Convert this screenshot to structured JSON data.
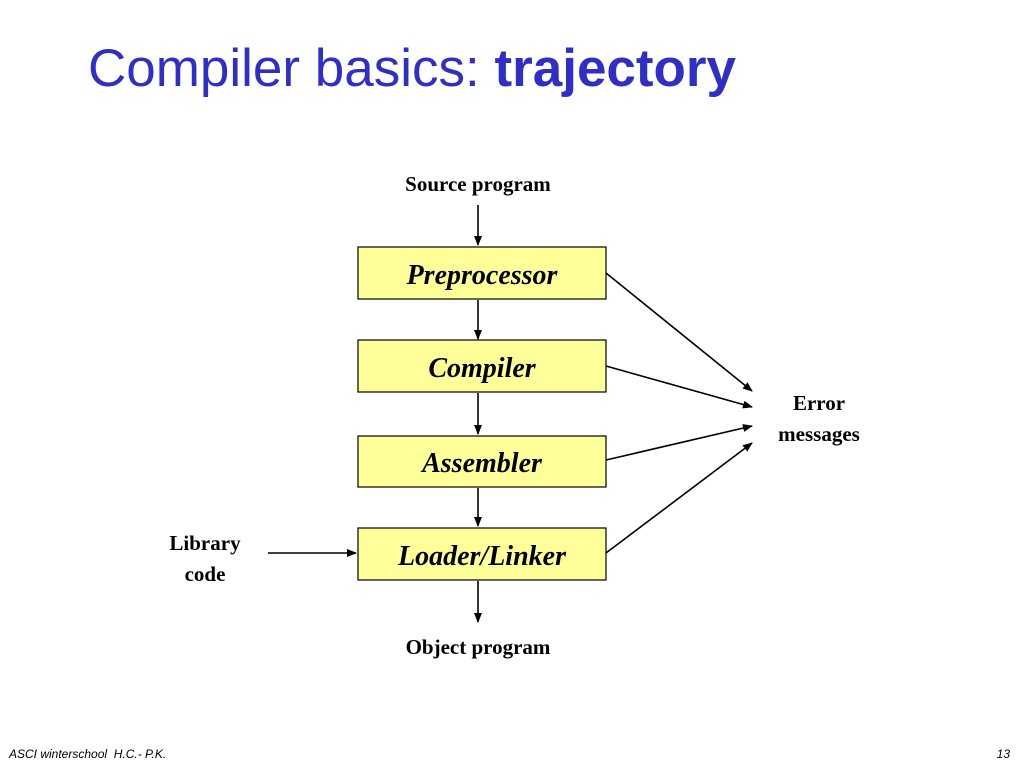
{
  "slide": {
    "title_prefix": "Compiler basics: ",
    "title_emphasis": "trajectory",
    "title_color": "#2f2fc8"
  },
  "diagram": {
    "input_label": "Source program",
    "stages": [
      "Preprocessor",
      "Compiler",
      "Assembler",
      "Loader/Linker"
    ],
    "side_input_line1": "Library",
    "side_input_line2": "code",
    "output_label": "Object program",
    "errors_line1": "Error",
    "errors_line2": "messages",
    "box_fill": "#ffff99"
  },
  "footer": {
    "left": "ASCI winterschool  H.C.- P.K.",
    "page_number": "13"
  }
}
